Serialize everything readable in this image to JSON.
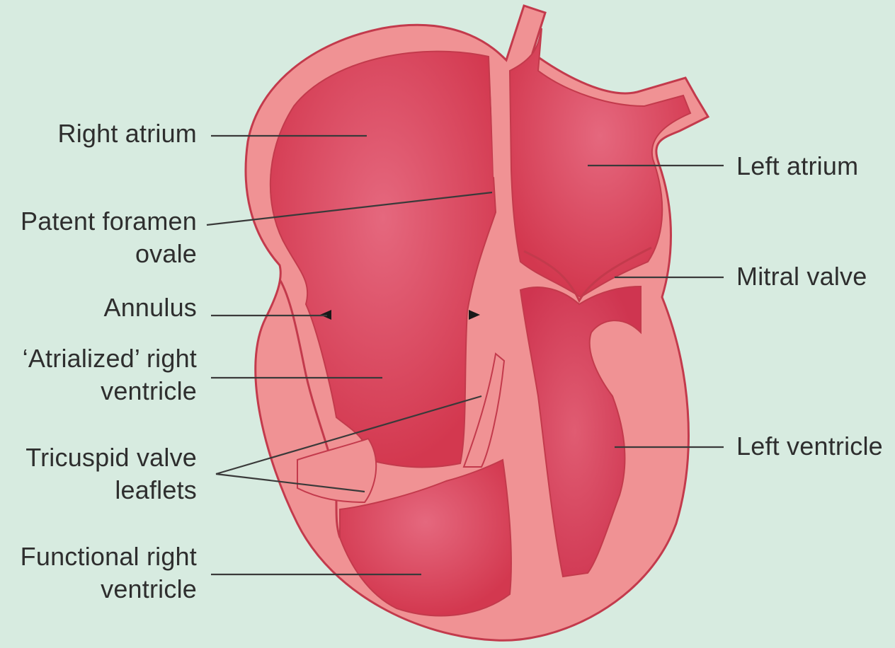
{
  "colors": {
    "background": "#d7ebe0",
    "heart_wall": "#f09294",
    "wall_outline": "#c33a4c",
    "chamber": "#d73c58",
    "chamber_highlight": "#e46a80",
    "leader": "#3a3a3a",
    "text": "#2e2e2e"
  },
  "labels": {
    "right_atrium": "Right atrium",
    "patent_foramen_ovale": [
      "Patent foramen",
      "ovale"
    ],
    "annulus": "Annulus",
    "atrialized_right_ventricle": [
      "‘Atrialized’ right",
      "ventricle"
    ],
    "tricuspid_valve_leaflets": [
      "Tricuspid valve",
      "leaflets"
    ],
    "functional_right_ventricle": [
      "Functional right",
      "ventricle"
    ],
    "left_atrium": "Left atrium",
    "mitral_valve": "Mitral valve",
    "left_ventricle": "Left ventricle"
  }
}
